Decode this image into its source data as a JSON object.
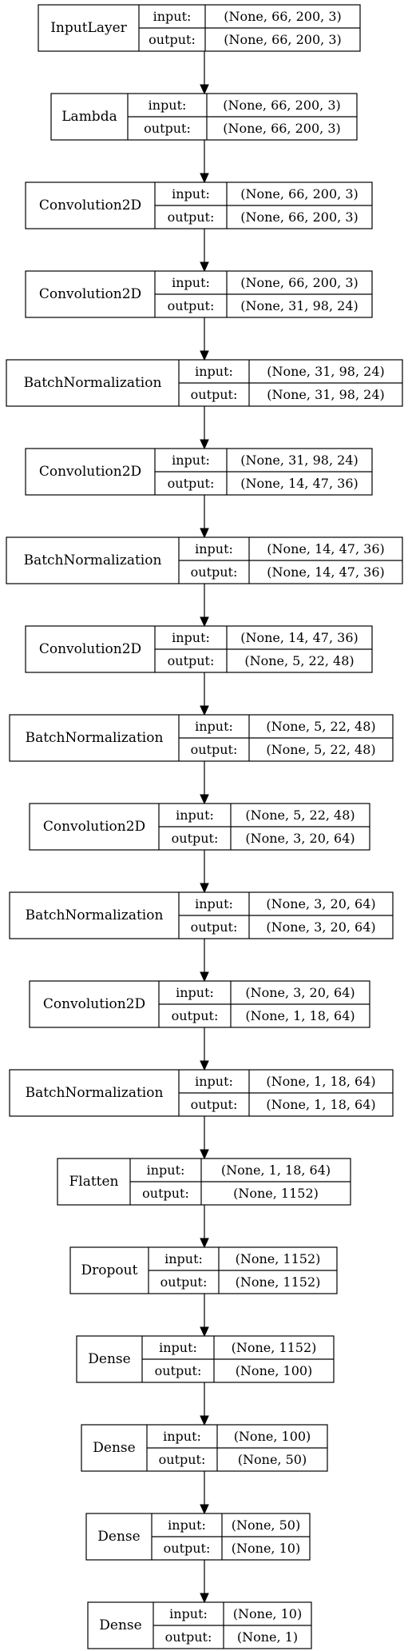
{
  "labels": {
    "input": "input:",
    "output": "output:"
  },
  "layers": [
    {
      "name": "InputLayer",
      "input": "(None, 66, 200, 3)",
      "output": "(None, 66, 200, 3)"
    },
    {
      "name": "Lambda",
      "input": "(None, 66, 200, 3)",
      "output": "(None, 66, 200, 3)"
    },
    {
      "name": "Convolution2D",
      "input": "(None, 66, 200, 3)",
      "output": "(None, 66, 200, 3)"
    },
    {
      "name": "Convolution2D",
      "input": "(None, 66, 200, 3)",
      "output": "(None, 31, 98, 24)"
    },
    {
      "name": "BatchNormalization",
      "input": "(None, 31, 98, 24)",
      "output": "(None, 31, 98, 24)"
    },
    {
      "name": "Convolution2D",
      "input": "(None, 31, 98, 24)",
      "output": "(None, 14, 47, 36)"
    },
    {
      "name": "BatchNormalization",
      "input": "(None, 14, 47, 36)",
      "output": "(None, 14, 47, 36)"
    },
    {
      "name": "Convolution2D",
      "input": "(None, 14, 47, 36)",
      "output": "(None, 5, 22, 48)"
    },
    {
      "name": "BatchNormalization",
      "input": "(None, 5, 22, 48)",
      "output": "(None, 5, 22, 48)"
    },
    {
      "name": "Convolution2D",
      "input": "(None, 5, 22, 48)",
      "output": "(None, 3, 20, 64)"
    },
    {
      "name": "BatchNormalization",
      "input": "(None, 3, 20, 64)",
      "output": "(None, 3, 20, 64)"
    },
    {
      "name": "Convolution2D",
      "input": "(None, 3, 20, 64)",
      "output": "(None, 1, 18, 64)"
    },
    {
      "name": "BatchNormalization",
      "input": "(None, 1, 18, 64)",
      "output": "(None, 1, 18, 64)"
    },
    {
      "name": "Flatten",
      "input": "(None, 1, 18, 64)",
      "output": "(None, 1152)"
    },
    {
      "name": "Dropout",
      "input": "(None, 1152)",
      "output": "(None, 1152)"
    },
    {
      "name": "Dense",
      "input": "(None, 1152)",
      "output": "(None, 100)"
    },
    {
      "name": "Dense",
      "input": "(None, 100)",
      "output": "(None, 50)"
    },
    {
      "name": "Dense",
      "input": "(None, 50)",
      "output": "(None, 10)"
    },
    {
      "name": "Dense",
      "input": "(None, 10)",
      "output": "(None, 1)"
    }
  ]
}
